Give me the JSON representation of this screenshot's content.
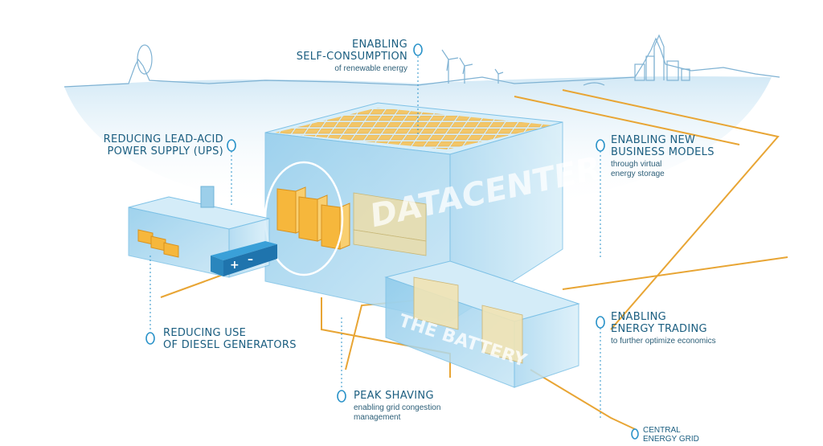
{
  "colors": {
    "accent": "#2b93c9",
    "dark_text": "#1b5e80",
    "battery_orange": "#f6b73c",
    "cable_orange": "#e8a534"
  },
  "callouts": {
    "self_consumption": {
      "title_line1": "ENABLING",
      "title_line2": "SELF-CONSUMPTION",
      "sub": "of renewable energy"
    },
    "lead_acid": {
      "title_line1": "REDUCING LEAD-ACID",
      "title_line2": "POWER SUPPLY (UPS)"
    },
    "business_models": {
      "title_line1": "ENABLING NEW",
      "title_line2": "BUSINESS MODELS",
      "sub_line1": "through virtual",
      "sub_line2": "energy storage"
    },
    "diesel": {
      "title_line1": "REDUCING USE",
      "title_line2": "OF DIESEL GENERATORS"
    },
    "energy_trading": {
      "title_line1": "ENABLING",
      "title_line2": "ENERGY TRADING",
      "sub": "to further optimize economics"
    },
    "peak_shaving": {
      "title": "PEAK SHAVING",
      "sub_line1": "enabling grid congestion",
      "sub_line2": "management"
    },
    "central_grid": {
      "line1": "CENTRAL",
      "line2": "ENERGY GRID"
    }
  },
  "labels": {
    "datacenter": "DATACENTER",
    "battery": "THE BATTERY",
    "plus": "+",
    "minus": "–"
  }
}
